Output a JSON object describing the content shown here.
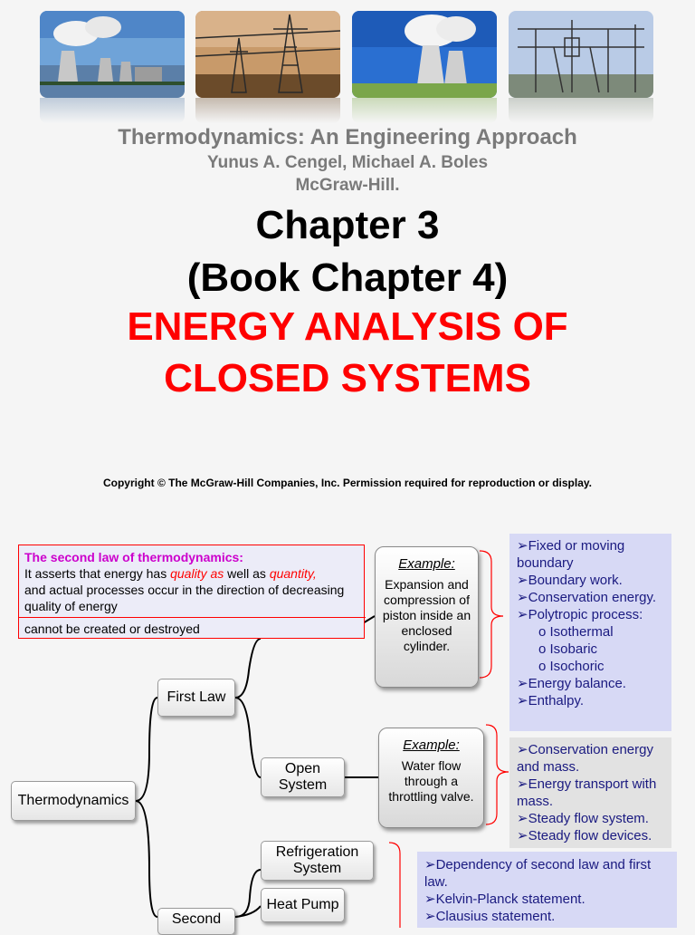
{
  "photos": [
    "cooling-towers-photo",
    "power-lines-photo",
    "steam-towers-photo",
    "substation-photo"
  ],
  "header": {
    "book_title": "Thermodynamics: An Engineering Approach",
    "authors": "Yunus A. Cengel, Michael A. Boles",
    "publisher": "McGraw-Hill.",
    "chapter": "Chapter 3",
    "book_chapter": "(Book Chapter 4)",
    "topic_line1": "ENERGY ANALYSIS OF",
    "topic_line2": "CLOSED SYSTEMS",
    "copyright": "Copyright © The McGraw-Hill Companies, Inc. Permission required for reproduction or display."
  },
  "second_law_box": {
    "title": "The second law of thermodynamics:",
    "text_a": "It asserts that energy has ",
    "quality": "quality as",
    "text_b": " well as ",
    "quantity": "quantity,",
    "text_c": "and actual processes occur in the direction of decreasing quality of energy",
    "hidden_tail": "cannot be created or destroyed"
  },
  "tree": {
    "root": "Thermodynamics",
    "first_law": "First Law",
    "open_system": "Open System",
    "second": "Second",
    "refrigeration": "Refrigeration System",
    "heat_pump": "Heat Pump"
  },
  "examples": {
    "closed": {
      "title": "Example:",
      "text": "Expansion and compression of piston inside an enclosed cylinder."
    },
    "open": {
      "title": "Example:",
      "text": "Water flow through a throttling valve."
    }
  },
  "panels": {
    "closed": {
      "items": [
        "➢Fixed or moving boundary",
        "➢Boundary work.",
        "➢Conservation energy.",
        "➢Polytropic process:"
      ],
      "subitems": [
        "o  Isothermal",
        "o  Isobaric",
        "o  Isochoric"
      ],
      "items_after": [
        "➢Energy balance.",
        "➢Enthalpy."
      ]
    },
    "open": {
      "items": [
        "➢Conservation energy and  mass.",
        "➢Energy transport with mass.",
        "➢Steady flow system.",
        "➢Steady flow devices."
      ]
    },
    "second": {
      "items": [
        "➢Dependency of second law and first law.",
        "➢Kelvin-Planck statement.",
        "➢Clausius statement."
      ]
    }
  }
}
